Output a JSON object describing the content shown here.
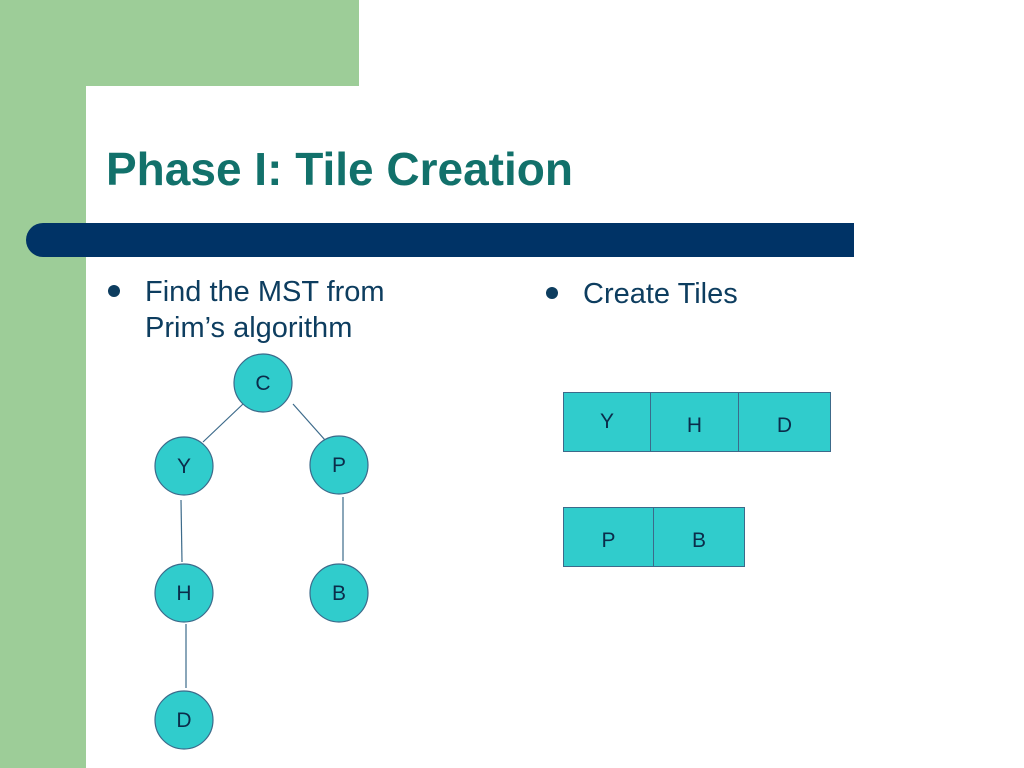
{
  "slide": {
    "title": "Phase I: Tile Creation",
    "left_bullet": {
      "line1": "Find the MST from",
      "line2": "Prim’s algorithm"
    },
    "right_bullet": "Create Tiles"
  },
  "tree": {
    "nodes": [
      "C",
      "Y",
      "P",
      "H",
      "B",
      "D"
    ],
    "edges": [
      [
        "C",
        "Y"
      ],
      [
        "C",
        "P"
      ],
      [
        "Y",
        "H"
      ],
      [
        "P",
        "B"
      ],
      [
        "H",
        "D"
      ]
    ]
  },
  "tiles": [
    [
      "Y",
      "H",
      "D"
    ],
    [
      "P",
      "B"
    ]
  ],
  "colors": {
    "green_band": "#9dcd98",
    "title": "#12716b",
    "title_bar": "#003366",
    "node_fill": "#30cccc",
    "text": "#0d3d5f"
  }
}
